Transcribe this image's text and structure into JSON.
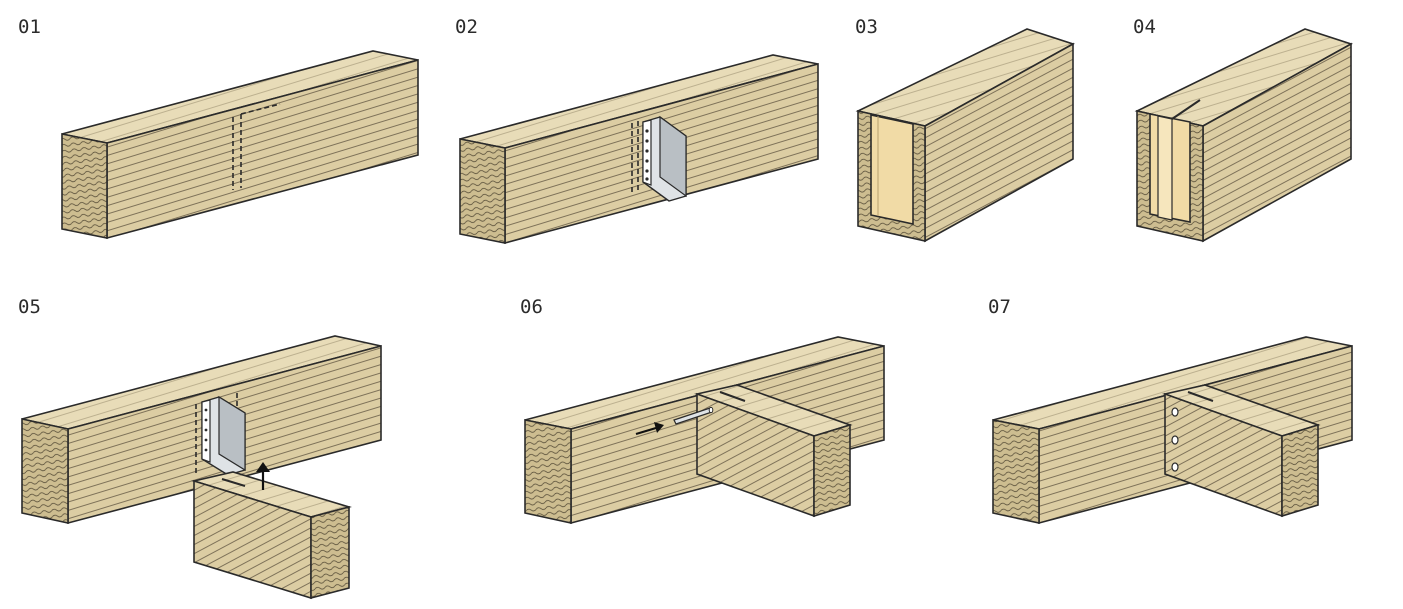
{
  "steps": [
    {
      "label": "01",
      "part": "plain-beam"
    },
    {
      "label": "02",
      "part": "beam-with-plate"
    },
    {
      "label": "03",
      "part": "slotted-end-wide"
    },
    {
      "label": "04",
      "part": "slotted-end-narrow"
    },
    {
      "label": "05",
      "part": "joist-insertion"
    },
    {
      "label": "06",
      "part": "dowel-insertion"
    },
    {
      "label": "07",
      "part": "finished-joint"
    }
  ],
  "colors": {
    "wood_side": "#dccda3",
    "wood_top": "#e8dcb8",
    "wood_end": "#cdbd90",
    "grain": "#5e5440",
    "outline": "#2a2a2a",
    "slot_face": "#f1dba6",
    "steel": "#dfe3e6",
    "steel_shade": "#b9bfc4"
  }
}
